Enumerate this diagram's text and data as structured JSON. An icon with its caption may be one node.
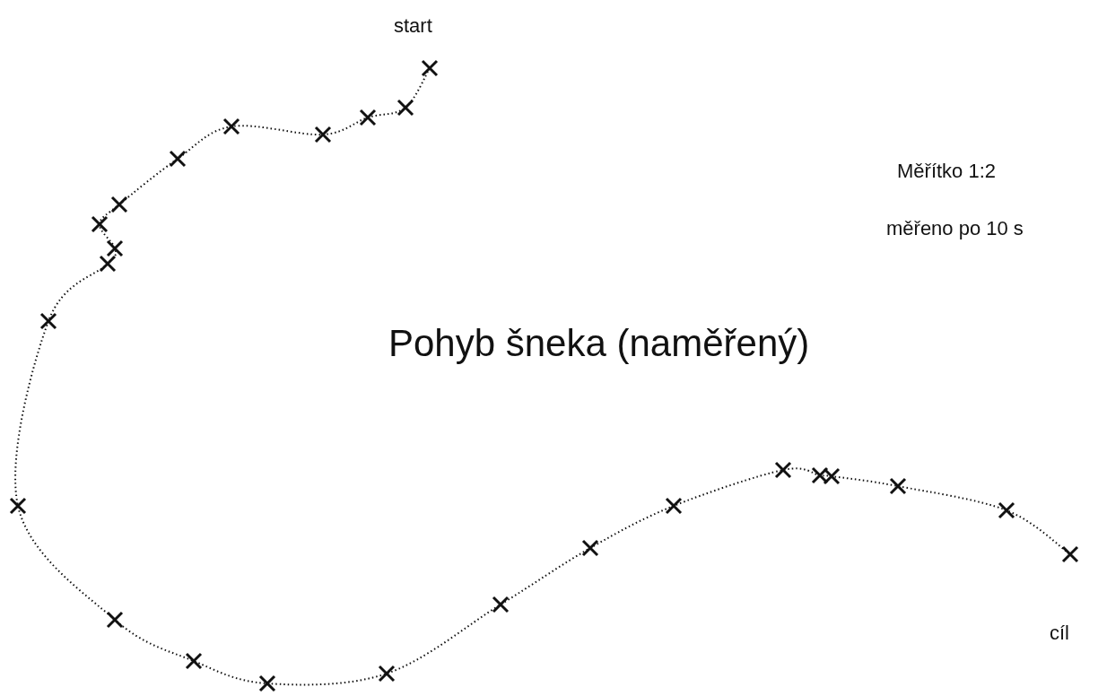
{
  "diagram": {
    "title": "Pohyb šneka (naměřený)",
    "labels": [
      "start",
      "Měřítko 1:2",
      "měřeno po 10 s",
      "cíl"
    ]
  }
}
